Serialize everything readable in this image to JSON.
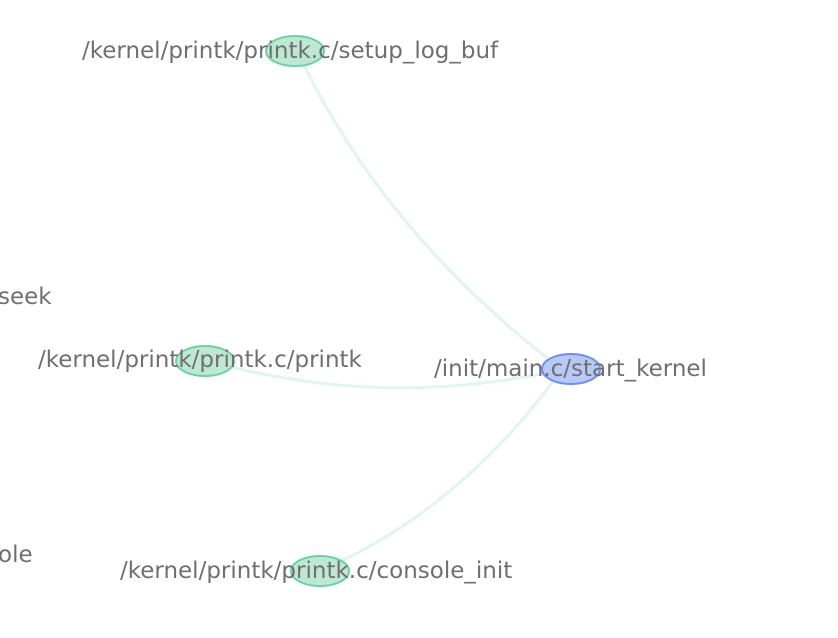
{
  "graph": {
    "nodes": [
      {
        "id": "setup_log_buf",
        "label": "/kernel/printk/printk.c/setup_log_buf",
        "kind": "callee"
      },
      {
        "id": "printk",
        "label": "/kernel/printk/printk.c/printk",
        "kind": "callee"
      },
      {
        "id": "start_kernel",
        "label": "/init/main.c/start_kernel",
        "kind": "caller"
      },
      {
        "id": "console_init",
        "label": "/kernel/printk/printk.c/console_init",
        "kind": "callee"
      },
      {
        "id": "partial_seek",
        "label": "seek",
        "kind": "offscreen"
      },
      {
        "id": "partial_console",
        "label": "ole",
        "kind": "offscreen"
      }
    ],
    "edges": [
      {
        "from": "start_kernel",
        "to": "setup_log_buf"
      },
      {
        "from": "start_kernel",
        "to": "printk"
      },
      {
        "from": "start_kernel",
        "to": "console_init"
      }
    ],
    "colors": {
      "caller_fill": "#b7c9f7",
      "caller_stroke": "#6f8ff0",
      "callee_fill": "#bde9d4",
      "callee_stroke": "#6cd3a0",
      "edge": "#dff6ec",
      "label": "#6f6f6f"
    }
  }
}
